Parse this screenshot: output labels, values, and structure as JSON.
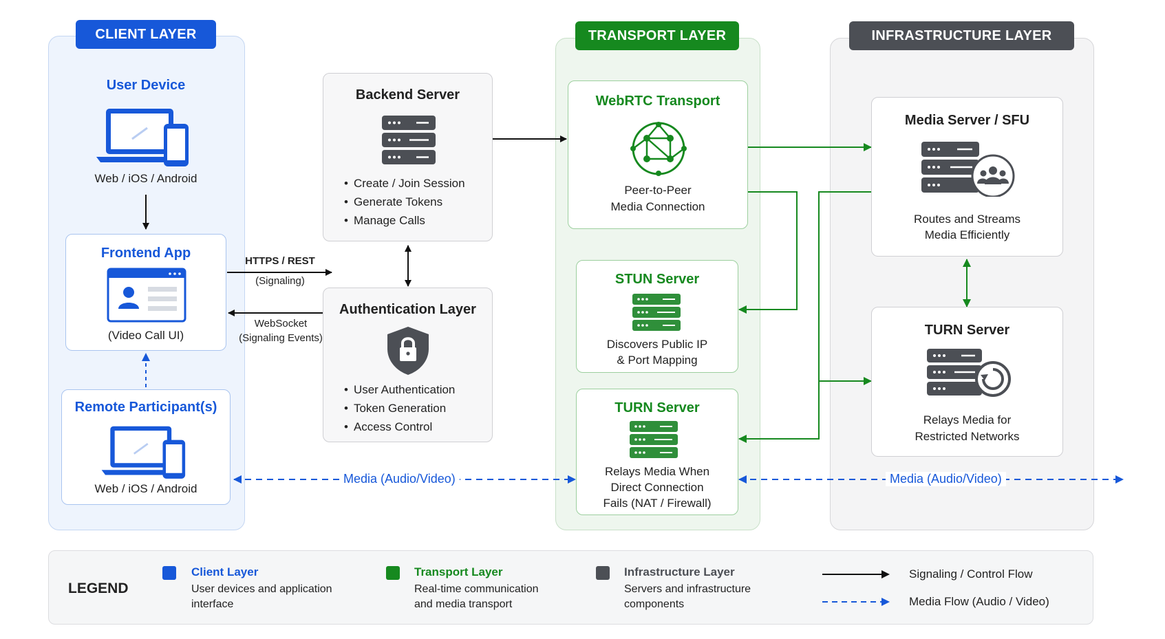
{
  "zones": {
    "client": "CLIENT LAYER",
    "transport": "TRANSPORT LAYER",
    "infrastructure": "INFRASTRUCTURE LAYER"
  },
  "client": {
    "user_device": {
      "title": "User Device",
      "sub": "Web / iOS / Android"
    },
    "frontend": {
      "title": "Frontend App",
      "sub": "(Video Call UI)"
    },
    "remote": {
      "title": "Remote Participant(s)",
      "sub": "Web / iOS / Android"
    }
  },
  "backend": {
    "title": "Backend Server",
    "items": [
      "Create / Join Session",
      "Generate Tokens",
      "Manage Calls"
    ]
  },
  "auth": {
    "title": "Authentication Layer",
    "items": [
      "User Authentication",
      "Token Generation",
      "Access Control"
    ]
  },
  "edges": {
    "https_label": "HTTPS / REST",
    "https_sub": "(Signaling)",
    "ws_label": "WebSocket",
    "ws_sub": "(Signaling Events)",
    "media_left": "Media (Audio/Video)",
    "media_right": "Media (Audio/Video)"
  },
  "transport": {
    "webrtc": {
      "title": "WebRTC Transport",
      "line1": "Peer-to-Peer",
      "line2": "Media Connection"
    },
    "stun": {
      "title": "STUN Server",
      "line1": "Discovers Public IP",
      "line2": "& Port Mapping"
    },
    "turn": {
      "title": "TURN Server",
      "line1": "Relays Media When",
      "line2": "Direct Connection",
      "line3": "Fails (NAT / Firewall)"
    }
  },
  "infrastructure": {
    "sfu": {
      "title": "Media Server / SFU",
      "line1": "Routes and Streams",
      "line2": "Media Efficiently"
    },
    "turn": {
      "title": "TURN Server",
      "line1": "Relays Media for",
      "line2": "Restricted Networks"
    }
  },
  "legend": {
    "title": "LEGEND",
    "client": {
      "head": "Client Layer",
      "line1": "User devices and application",
      "line2": "interface"
    },
    "transport": {
      "head": "Transport Layer",
      "line1": "Real-time communication",
      "line2": "and media transport"
    },
    "infra": {
      "head": "Infrastructure Layer",
      "line1": "Servers and infrastructure",
      "line2": "components"
    },
    "signaling": "Signaling / Control Flow",
    "media": "Media Flow (Audio / Video)"
  },
  "colors": {
    "client": "#1758d9",
    "transport": "#16891f",
    "infrastructure": "#4c4f55",
    "media_arrow": "#1758d9",
    "signal_arrow": "#111111"
  }
}
